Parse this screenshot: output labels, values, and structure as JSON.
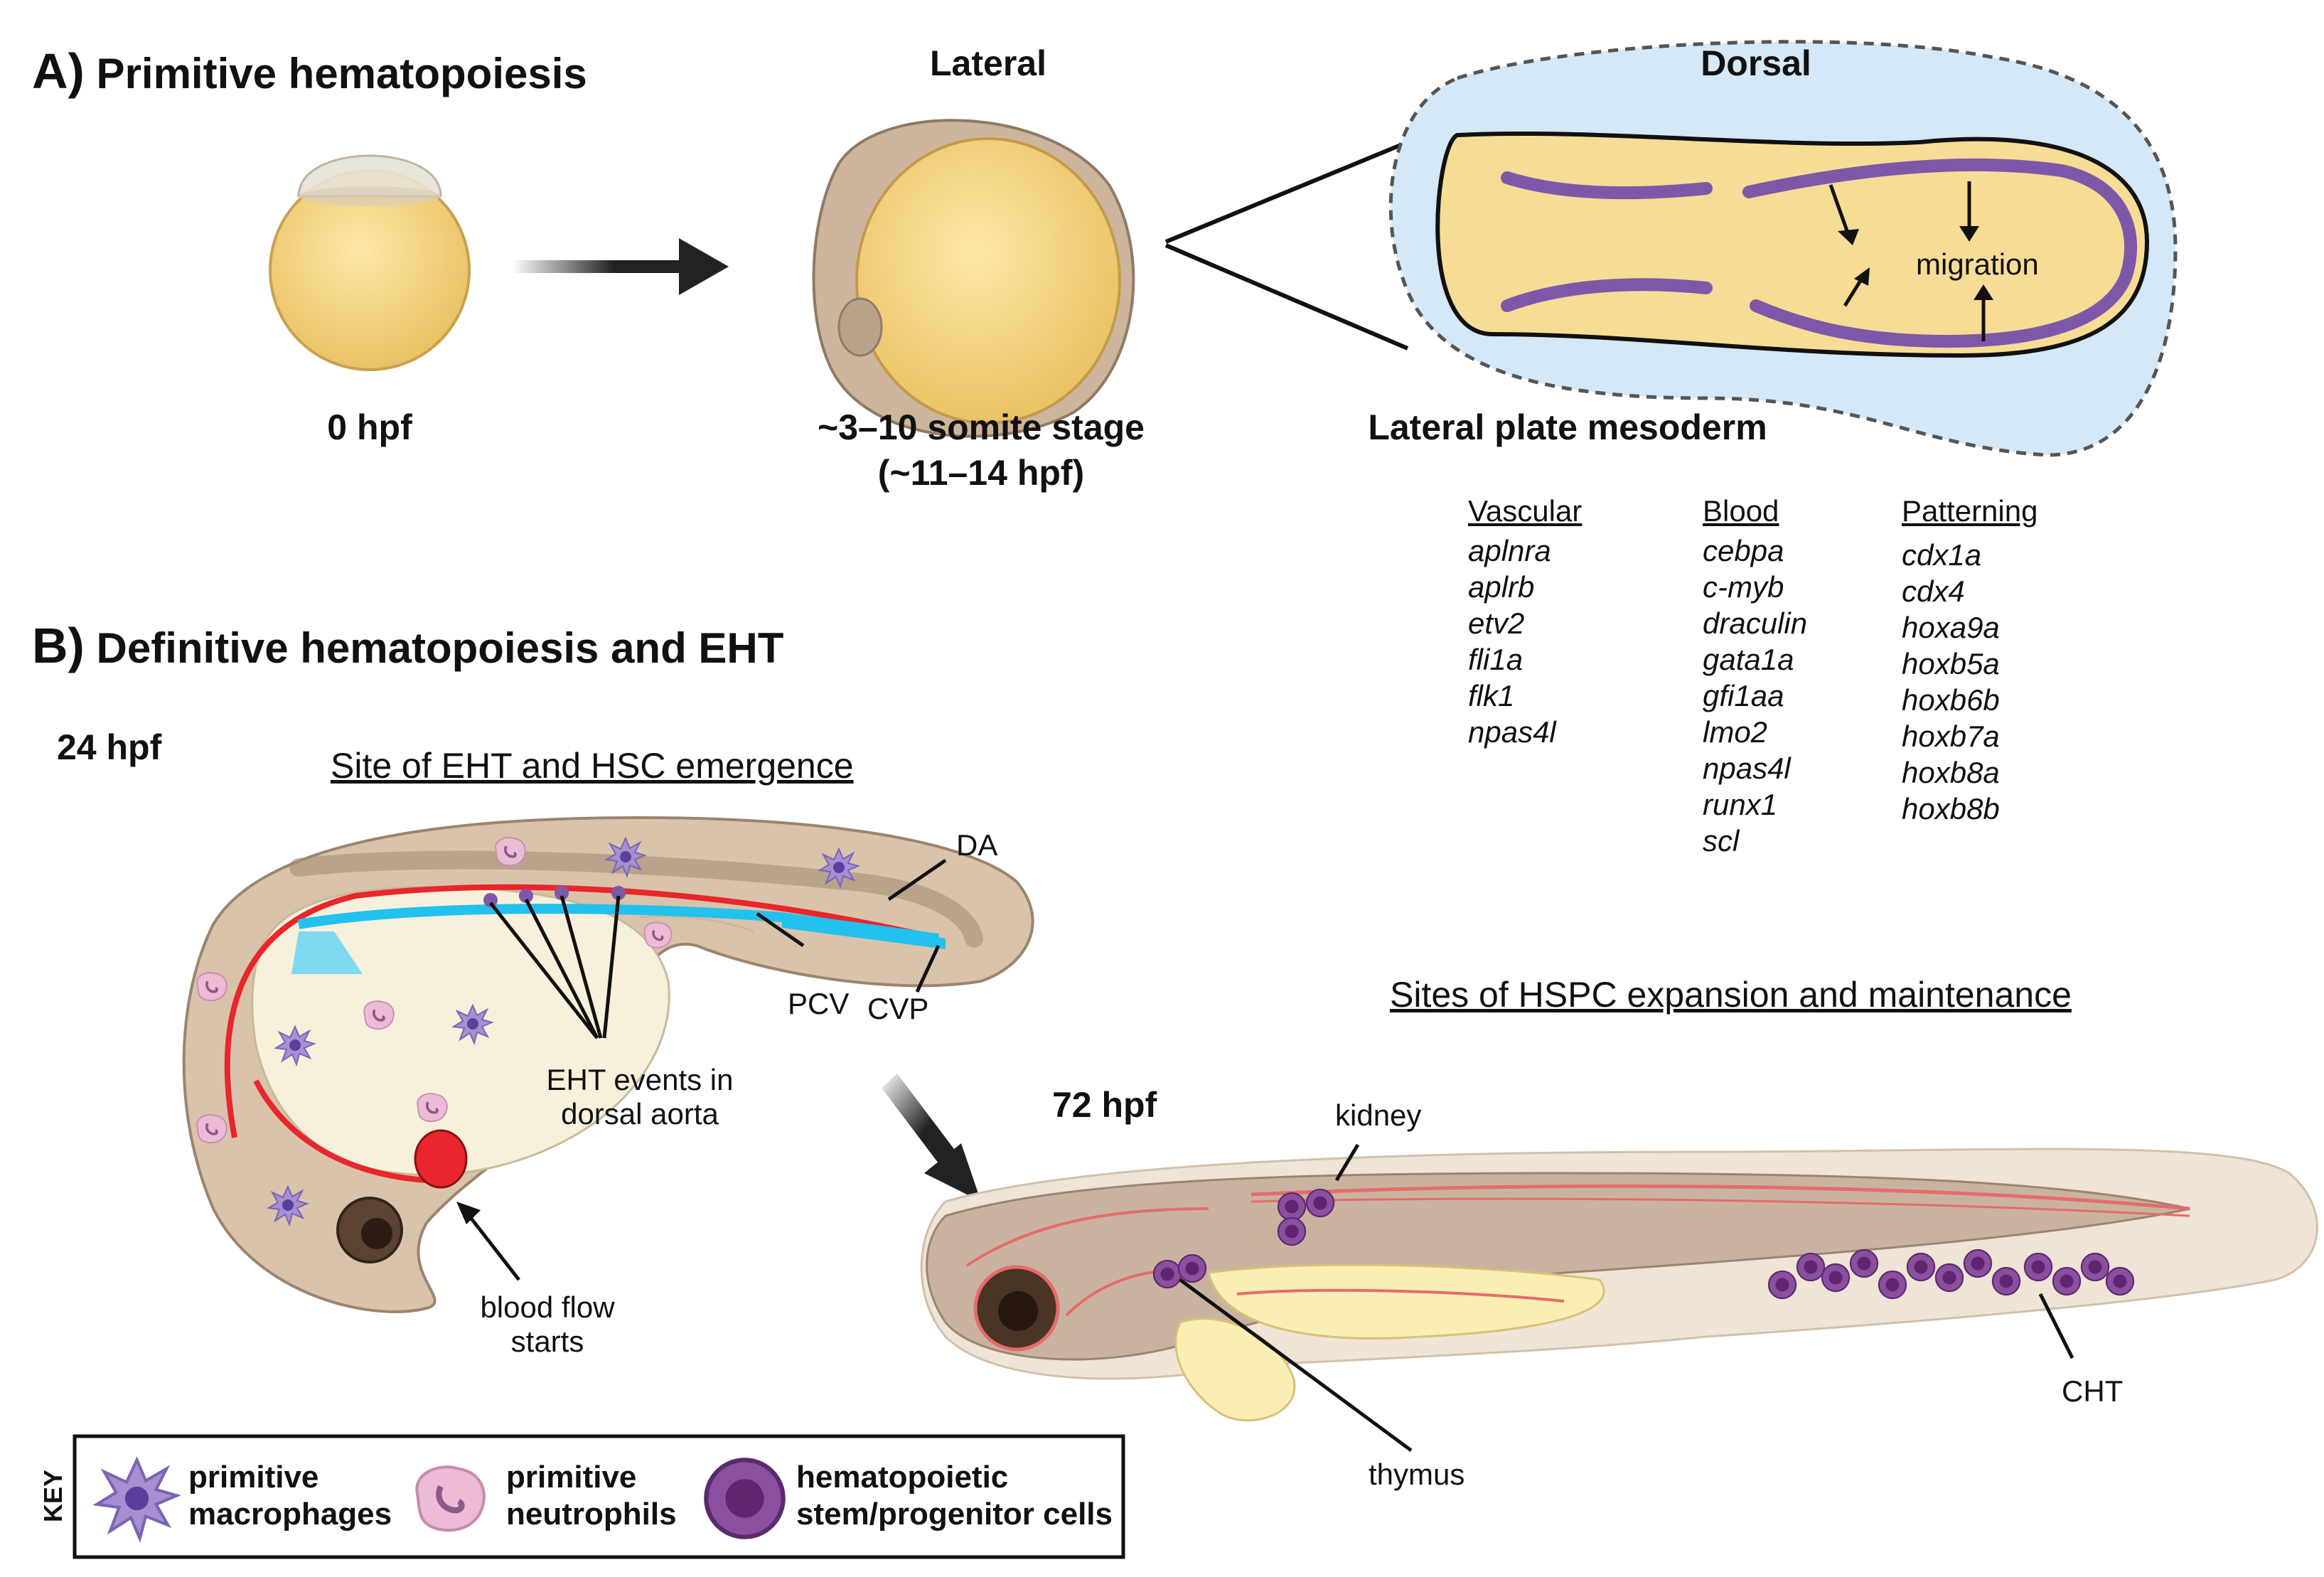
{
  "section_a": {
    "letter": "A)",
    "title": "Primitive hematopoiesis",
    "lateral_label": "Lateral",
    "dorsal_label": "Dorsal",
    "stage_0": "0 hpf",
    "stage_somite_line1": "~3–10 somite stage",
    "stage_somite_line2": "(~11–14 hpf)",
    "lpm_label": "Lateral plate mesoderm",
    "migration_label": "migration"
  },
  "genes": {
    "vascular": {
      "header": "Vascular",
      "items": [
        "aplnra",
        "aplrb",
        "etv2",
        "fli1a",
        "flk1",
        "npas4l"
      ]
    },
    "blood": {
      "header": "Blood",
      "items": [
        "cebpa",
        "c-myb",
        "draculin",
        "gata1a",
        "gfi1aa",
        "lmo2",
        "npas4l",
        "runx1",
        "scl"
      ]
    },
    "patterning": {
      "header": "Patterning",
      "items": [
        "cdx1a",
        "cdx4",
        "hoxa9a",
        "hoxb5a",
        "hoxb6b",
        "hoxb7a",
        "hoxb8a",
        "hoxb8b"
      ]
    }
  },
  "section_b": {
    "letter": "B)",
    "title": "Definitive hematopoiesis and EHT",
    "stage_24": "24 hpf",
    "site_eht_title": "Site of EHT and HSC emergence",
    "da_label": "DA",
    "pcv_label": "PCV",
    "cvp_label": "CVP",
    "eht_line1": "EHT events in",
    "eht_line2": "dorsal aorta",
    "flow_line1": "blood flow",
    "flow_line2": "starts",
    "stage_72": "72 hpf",
    "hspc_title": "Sites of HSPC expansion and maintenance",
    "kidney_label": "kidney",
    "thymus_label": "thymus",
    "cht_label": "CHT"
  },
  "key": {
    "tag": "KEY",
    "macrophages_line1": "primitive",
    "macrophages_line2": "macrophages",
    "neutrophils_line1": "primitive",
    "neutrophils_line2": "neutrophils",
    "hspc_line1": "hematopoietic",
    "hspc_line2": "stem/progenitor cells"
  },
  "colors": {
    "yolk": "#f5d98a",
    "embryo_body": "#d9c1a6",
    "lpm_purple": "#7e58a8",
    "vessel_red": "#e8262b",
    "vein_blue": "#22c1ee",
    "dorsal_bg": "#d4e8f7",
    "hspc_purple": "#8a4a96",
    "macrophage": "#9a84c8",
    "neutrophil": "#e3a9c9"
  }
}
